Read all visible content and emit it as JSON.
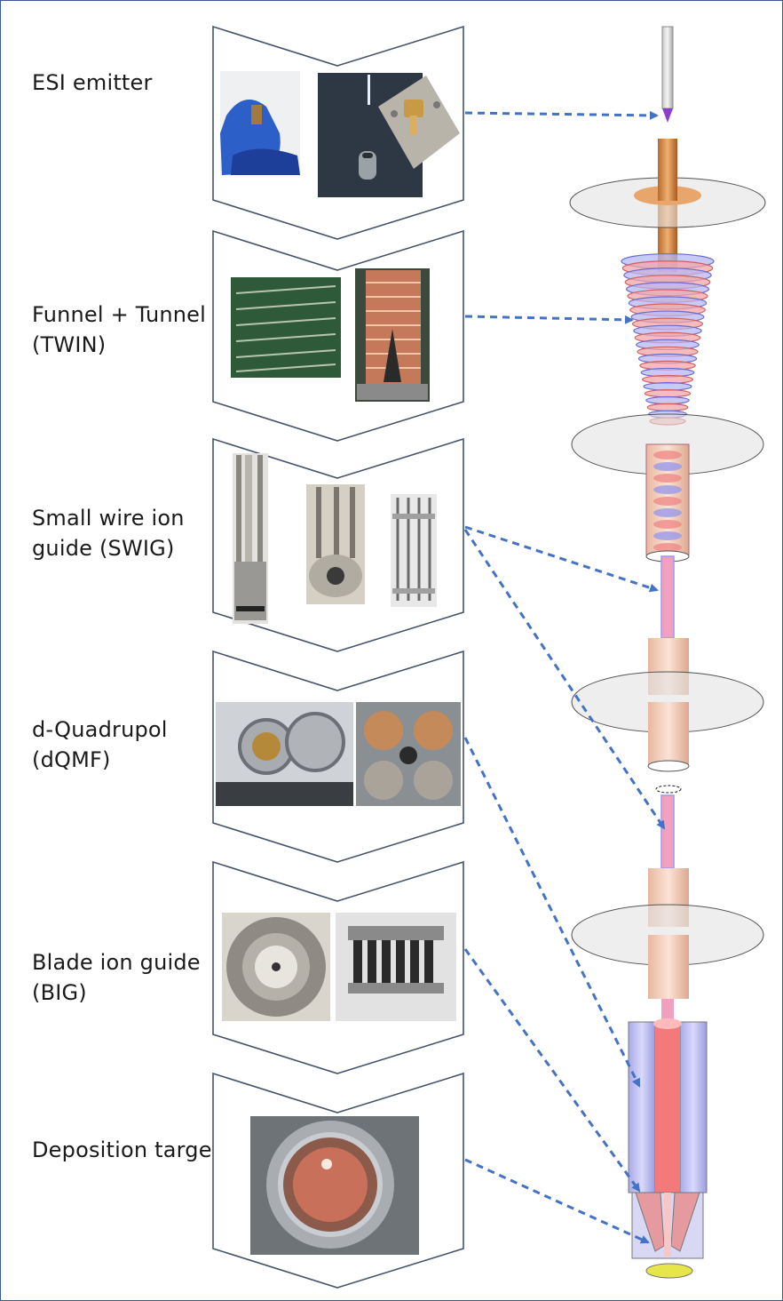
{
  "stages": [
    {
      "id": "esi",
      "label": "ESI emitter"
    },
    {
      "id": "twin",
      "label": "Funnel + Tunnel\n(TWIN)"
    },
    {
      "id": "swig",
      "label": "Small wire ion\nguide (SWIG)"
    },
    {
      "id": "dqmf",
      "label": "d-Quadrupol\n(dQMF)"
    },
    {
      "id": "big",
      "label": "Blade ion guide\n(BIG)"
    },
    {
      "id": "target",
      "label": "Deposition target"
    }
  ],
  "colors": {
    "frame": "#3a5a93",
    "arrow": "#4472c4",
    "copper": "#e0a070",
    "ring_red": "#f08a8a",
    "ring_blue": "#9a9ae8",
    "plate": "#d9d9d9",
    "beam": "#f06a7a",
    "target": "#e6e64a"
  }
}
